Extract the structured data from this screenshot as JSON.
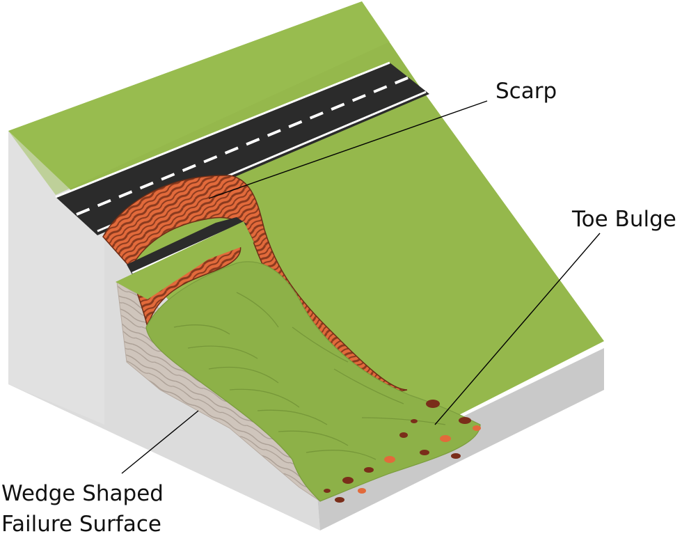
{
  "labels": {
    "scarp": "Scarp",
    "toe_bulge": "Toe Bulge",
    "failure_surface_line1": "Wedge Shaped",
    "failure_surface_line2": "Failure Surface"
  },
  "colors": {
    "grass": "#95b84c",
    "slide_grass": "#8db148",
    "road": "#2b2b2b",
    "road_line": "#ffffff",
    "scarp_dark": "#8a3a1e",
    "scarp_orange": "#e26a3b",
    "block_side": "#dcdcdc",
    "block_front": "#c9c9c9",
    "failure_surface": "#cfc5bc",
    "debris": "#7a2e1a"
  }
}
